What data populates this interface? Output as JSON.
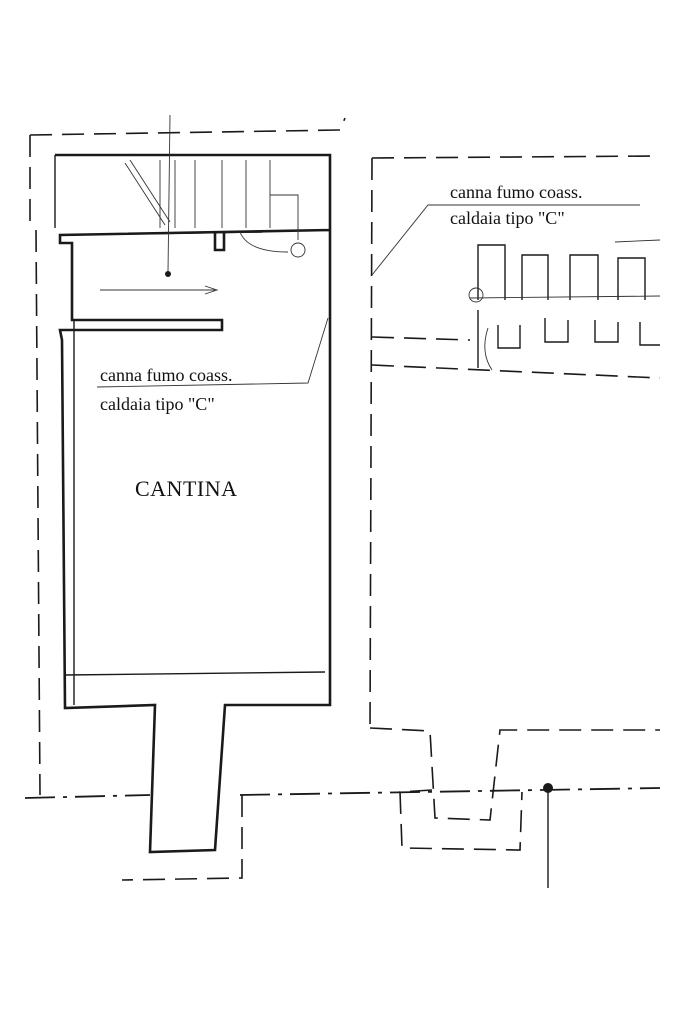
{
  "labels": {
    "note_left_line1": "canna fumo coass.",
    "note_left_line2": "caldaia tipo \"C\"",
    "note_right_line1": "canna fumo coass.",
    "note_right_line2": "caldaia tipo \"C\"",
    "room_name": "CANTINA"
  }
}
